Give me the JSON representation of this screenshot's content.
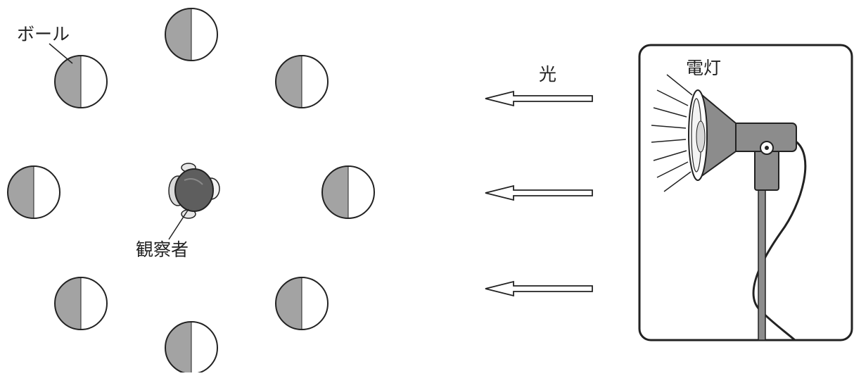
{
  "labels": {
    "ball": "ボール",
    "observer": "観察者",
    "light": "光",
    "lamp": "電灯"
  },
  "balls": [
    {
      "id": "top",
      "lit_side": "right"
    },
    {
      "id": "upper-left",
      "lit_side": "right"
    },
    {
      "id": "upper-right",
      "lit_side": "right"
    },
    {
      "id": "left",
      "lit_side": "right"
    },
    {
      "id": "right",
      "lit_side": "right"
    },
    {
      "id": "lower-left",
      "lit_side": "right"
    },
    {
      "id": "lower-right",
      "lit_side": "right"
    },
    {
      "id": "bottom",
      "lit_side": "right"
    }
  ],
  "arrows": [
    {
      "id": "upper",
      "direction": "left"
    },
    {
      "id": "middle",
      "direction": "left"
    },
    {
      "id": "lower",
      "direction": "left"
    }
  ],
  "colors": {
    "shadow": "#a3a3a3",
    "lit": "#ffffff",
    "outline": "#222222",
    "lamp_body": "#8c8c8c",
    "observer": "#5e5e5e"
  }
}
